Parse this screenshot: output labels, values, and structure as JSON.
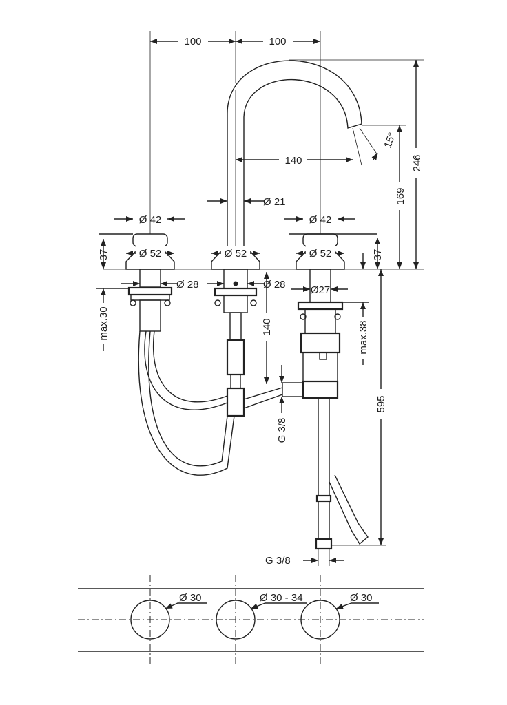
{
  "dimensions": {
    "spacing_left": "100",
    "spacing_right": "100",
    "spout_reach": "140",
    "spout_angle": "15°",
    "total_height": "246",
    "spout_height": "169",
    "spout_diameter": "Ø 21",
    "handle_left_top_diameter": "Ø 42",
    "handle_right_top_diameter": "Ø 42",
    "handle_left_base_diameter": "Ø 52",
    "spout_base_diameter": "Ø 52",
    "handle_right_base_diameter": "Ø 52",
    "handle_left_height": "37",
    "handle_right_height": "37",
    "shank_left_diameter": "Ø 28",
    "shank_center_diameter": "Ø 28",
    "shank_right_diameter": "Ø27",
    "max_left": "max.30",
    "max_right": "max.38",
    "hose_connection_depth": "140",
    "overall_depth": "595",
    "thread_side": "G 3/8",
    "thread_bottom": "G 3/8"
  },
  "deck_plan": {
    "hole_left": "Ø 30",
    "hole_center": "Ø 30 - 34",
    "hole_right": "Ø 30"
  }
}
